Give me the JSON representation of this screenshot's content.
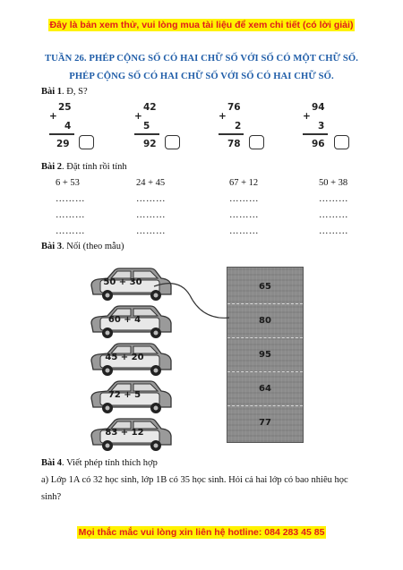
{
  "banner_top": "Đây là bản xem thử, vui lòng mua tài liệu để xem chi tiết (có lời giải)",
  "title_line1": "TUẦN 26. PHÉP CỘNG SỐ CÓ HAI CHỮ SỐ VỚI SỐ CÓ MỘT CHỮ SỐ.",
  "title_line2": "PHÉP CỘNG SỐ CÓ HAI CHỮ SỐ VỚI SỐ CÓ HAI CHỮ SỐ.",
  "bai1": {
    "label": "Bài 1",
    "text": ". Đ, S?",
    "items": [
      {
        "a": "25",
        "b": "4",
        "result": "29"
      },
      {
        "a": "42",
        "b": "5",
        "result": "92"
      },
      {
        "a": "76",
        "b": "2",
        "result": "78"
      },
      {
        "a": "94",
        "b": "3",
        "result": "96"
      }
    ],
    "plus": "+"
  },
  "bai2": {
    "label": "Bài 2",
    "text": ". Đặt tính rồi tính",
    "expressions": [
      "6 + 53",
      "24 + 45",
      "67 + 12",
      "50 + 38"
    ],
    "dots": "………"
  },
  "bai3": {
    "label": "Bài 3",
    "text": ". Nối (theo mẫu)",
    "cars": [
      "50 + 30",
      "60 + 4",
      "45 + 20",
      "72 + 5",
      "83 + 12"
    ],
    "answers": [
      "65",
      "80",
      "95",
      "64",
      "77"
    ]
  },
  "bai4": {
    "label": "Bài 4",
    "text": ". Viết phép tính thích hợp",
    "line1": "a) Lớp 1A có 32 học sinh, lớp 1B có 35 học sinh. Hỏi cả hai lớp có bao nhiêu học",
    "line2": "sinh?"
  },
  "banner_bottom": "Mọi thắc mắc vui lòng xin liên hệ hotline: 084 283 45 85",
  "colors": {
    "banner_text": "#e01b1b",
    "banner_highlight": "#fff200",
    "title": "#1f5da8"
  }
}
